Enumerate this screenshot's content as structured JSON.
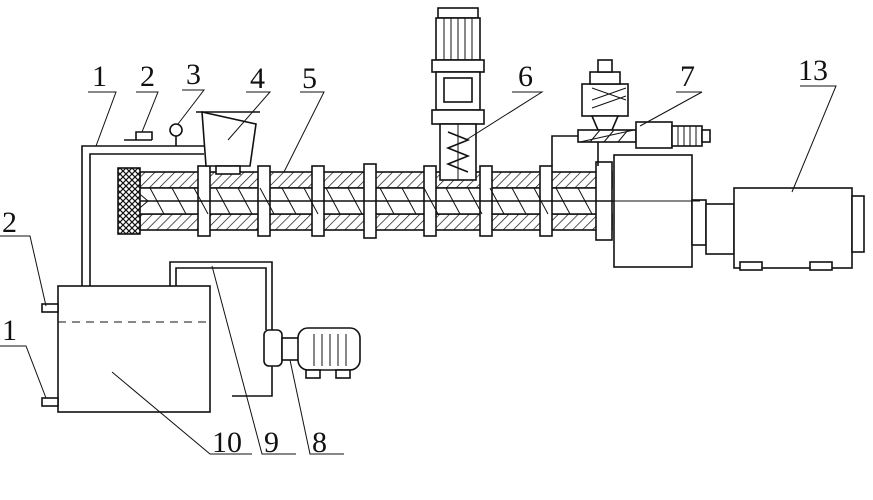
{
  "labels": {
    "top_1": "1",
    "top_2": "2",
    "top_3": "3",
    "top_4": "4",
    "top_5": "5",
    "top_6": "6",
    "top_7": "7",
    "top_13": "13",
    "left_2": "2",
    "left_1": "1",
    "bottom_10": "10",
    "bottom_9": "9",
    "bottom_8": "8"
  }
}
